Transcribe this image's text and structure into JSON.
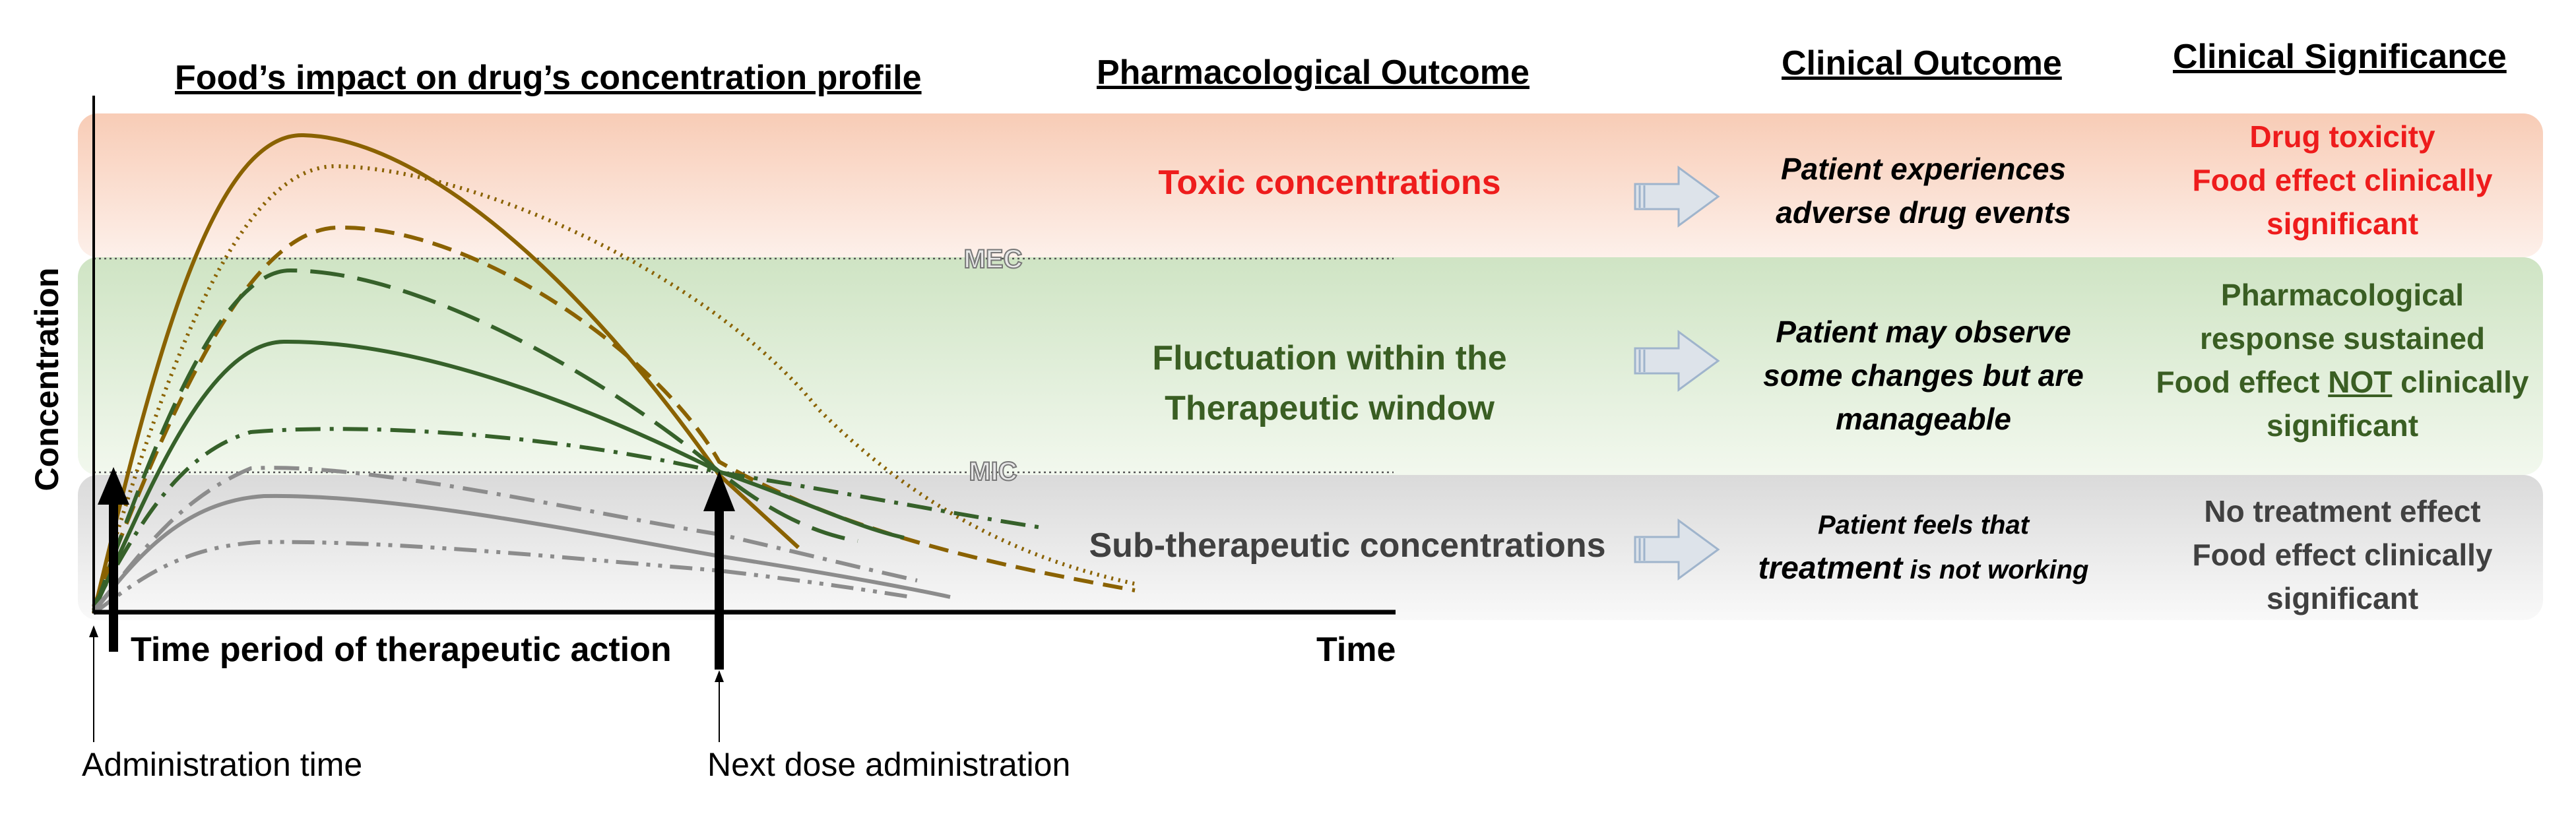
{
  "headers": {
    "profile": "Food’s impact on drug’s concentration profile",
    "pharmacological": "Pharmacological Outcome",
    "clinical_outcome": "Clinical Outcome",
    "clinical_significance": "Clinical Significance"
  },
  "axes": {
    "ylabel": "Concentration",
    "xlabel": "Time",
    "mec_label": "MEC",
    "mic_label": "MIC"
  },
  "annotations": {
    "therapeutic_period": "Time period of therapeutic action",
    "administration_time": "Administration time",
    "next_dose": "Next dose administration"
  },
  "rows": [
    {
      "pharmacological": [
        "Toxic concentrations"
      ],
      "clinical_outcome": [
        "Patient experiences",
        "adverse drug events"
      ],
      "significance": [
        "Drug toxicity",
        "Food effect clinically",
        "significant"
      ],
      "color": "#ee1c1c",
      "band_color": "#f9d3c2"
    },
    {
      "pharmacological": [
        "Fluctuation within the",
        "Therapeutic window"
      ],
      "clinical_outcome": [
        "Patient may observe",
        "some changes but are",
        "manageable"
      ],
      "significance": [
        "Pharmacological",
        "response sustained",
        "Food effect",
        "NOT",
        "clinically",
        "significant"
      ],
      "color": "#3a5e23",
      "band_color": "#d9ead0"
    },
    {
      "pharmacological": [
        "Sub-therapeutic concentrations"
      ],
      "clinical_outcome": [
        "Patient feels that",
        "treatment",
        "is not working"
      ],
      "significance": [
        "No treatment effect",
        "Food effect clinically",
        "significant"
      ],
      "color": "#404040",
      "band_color": "#e6e6e6"
    }
  ],
  "colors": {
    "gold_curve": "#8a6200",
    "green_curve": "#36612a",
    "grey_curve": "#8c8c8c",
    "arrow_fill": "#dde3ea",
    "arrow_stroke": "#9fb4cc"
  }
}
